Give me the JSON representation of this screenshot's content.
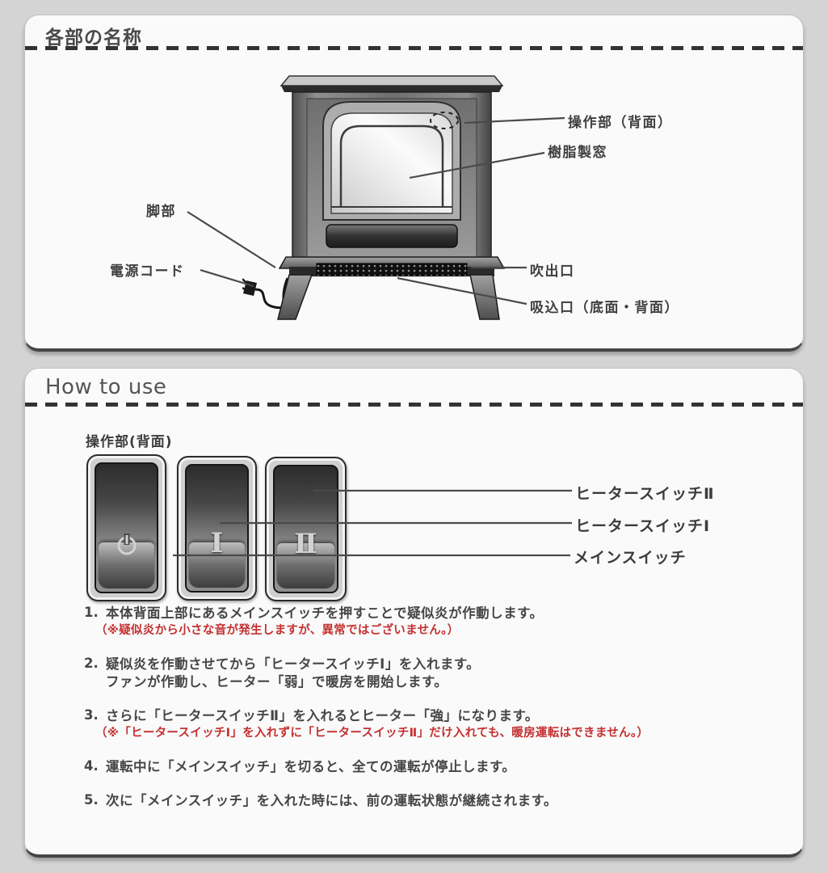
{
  "page": {
    "bg_color": "#d4d4d4",
    "card_color": "#fafafa",
    "note_color": "#c43030"
  },
  "parts": {
    "title": "各部の名称",
    "label_control": "操作部（背面）",
    "label_window": "樹脂製窓",
    "label_leg": "脚部",
    "label_cord": "電源コード",
    "label_outlet": "吹出口",
    "label_intake": "吸込口（底面・背面）"
  },
  "howto": {
    "title": "How to use",
    "panel_label": "操作部(背面)",
    "label_heater2": "ヒータースイッチⅡ",
    "label_heater1": "ヒータースイッチⅠ",
    "label_main": "メインスイッチ",
    "switch1_symbol": "power",
    "switch2_symbol": "Ⅰ",
    "switch3_symbol": "Ⅱ",
    "steps": [
      {
        "num": "1.",
        "text": "本体背面上部にあるメインスイッチを押すことで疑似炎が作動します。",
        "note": "（※疑似炎から小さな音が発生しますが、異常ではございません。）"
      },
      {
        "num": "2.",
        "text": "疑似炎を作動させてから「ヒータースイッチⅠ」を入れます。",
        "text2": "ファンが作動し、ヒーター「弱」で暖房を開始します。"
      },
      {
        "num": "3.",
        "text": "さらに「ヒータースイッチⅡ」を入れるとヒーター「強」になります。",
        "note": "（※「ヒータースイッチⅠ」を入れずに「ヒータースイッチⅡ」だけ入れても、暖房運転はできません。）"
      },
      {
        "num": "4.",
        "text": "運転中に「メインスイッチ」を切ると、全ての運転が停止します。"
      },
      {
        "num": "5.",
        "text": "次に「メインスイッチ」を入れた時には、前の運転状態が継続されます。"
      }
    ]
  }
}
